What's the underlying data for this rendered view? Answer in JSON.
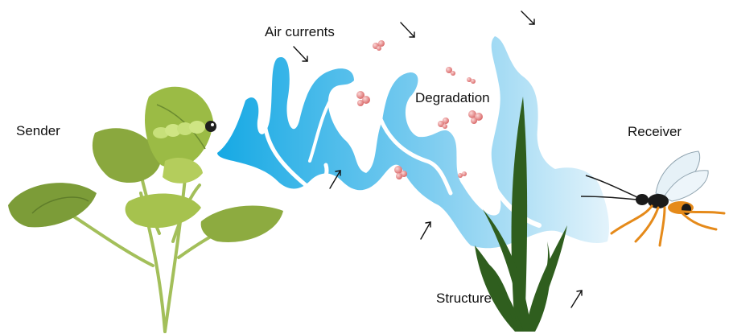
{
  "labels": {
    "sender": "Sender",
    "air_currents": "Air currents",
    "degradation": "Degradation",
    "receiver": "Receiver",
    "structure": "Structure"
  },
  "colors": {
    "plume_dark": "#1ab0e8",
    "plume_light": "#d8eff9",
    "leaf_green": "#8fae3a",
    "grass_green": "#2f5e1e",
    "molecule_pink": "#e07a7a",
    "wasp_orange": "#e58a1a"
  },
  "icons": [
    "sender-plant-with-caterpillar",
    "receiver-wasp",
    "grass-structure",
    "odor-plume",
    "molecule-cluster",
    "arrow"
  ]
}
